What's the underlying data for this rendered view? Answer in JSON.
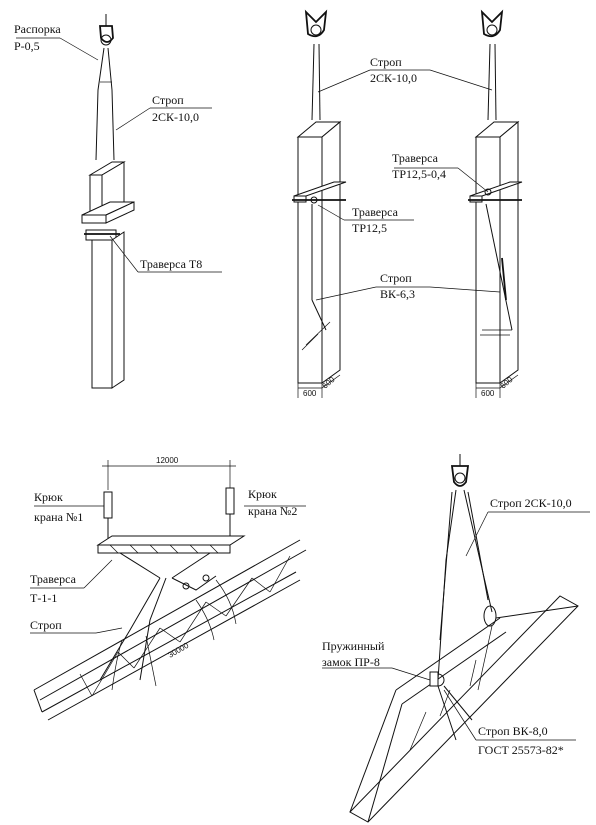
{
  "panel_a": {
    "label_spreader": "Распорка",
    "label_spreader_code": "Р-0,5",
    "label_sling": "Строп",
    "label_sling_code": "2СК-10,0",
    "label_beam": "Траверса Т8"
  },
  "panel_b": {
    "label_sling": "Строп",
    "label_sling_code": "2СК-10,0",
    "label_beam_left": "Траверса",
    "label_beam_left_code": "ТР12,5",
    "label_beam_right": "Траверса",
    "label_beam_right_code": "ТР12,5-0,4",
    "label_sling2": "Строп",
    "label_sling2_code": "ВК-6,3",
    "dim_width_left": "600",
    "dim_depth_left": "600",
    "dim_width_right": "600",
    "dim_depth_right": "600"
  },
  "panel_c": {
    "dim_span": "12000",
    "label_hook1": "Крюк",
    "label_hook1_b": "крана №1",
    "label_hook2": "Крюк",
    "label_hook2_b": "крана №2",
    "label_beam": "Траверса",
    "label_beam_code": "Т-1-1",
    "label_sling": "Строп",
    "dim_truss": "30000"
  },
  "panel_d": {
    "label_sling_top": "Строп 2СК-10,0",
    "label_lock": "Пружинный",
    "label_lock_code": "замок ПР-8",
    "label_sling_bottom": "Строп ВК-8,0",
    "label_gost": "ГОСТ 25573-82*"
  }
}
